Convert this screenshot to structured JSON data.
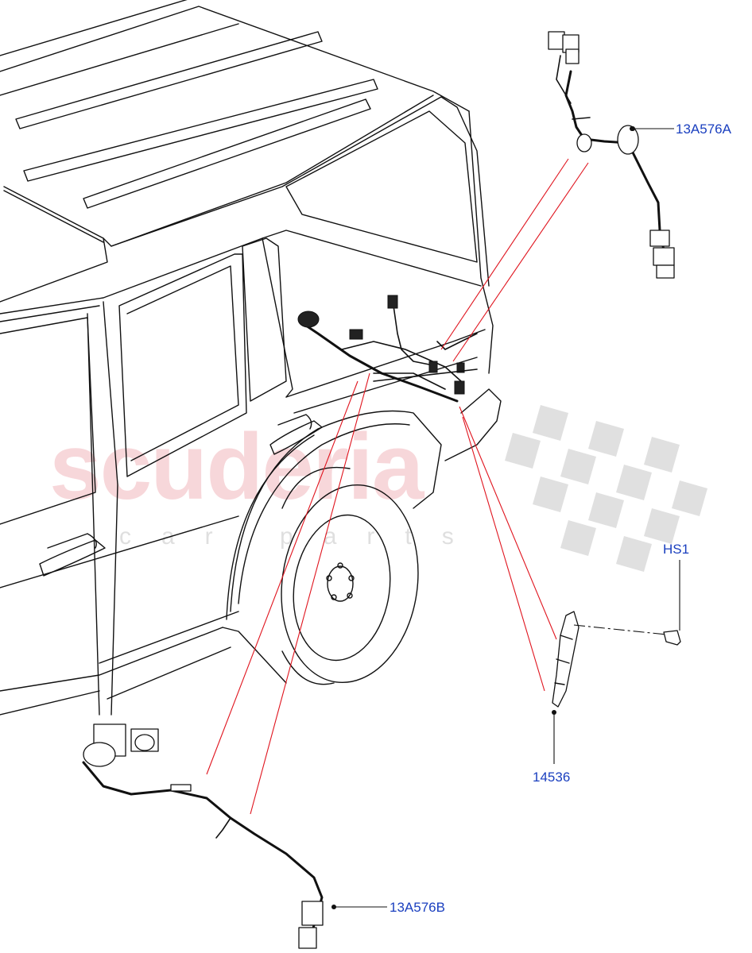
{
  "watermark": {
    "brand": "scuderia",
    "tagline": "car parts"
  },
  "callouts": {
    "part_13a576a": "13A576A",
    "part_hs1": "HS1",
    "part_14536": "14536",
    "part_13a576b": "13A576B"
  },
  "colors": {
    "callout_text": "#1a3fbf",
    "reference_line": "#e0141e",
    "watermark_red": "#f2b8bd",
    "watermark_checker": "#d6d6d6"
  }
}
